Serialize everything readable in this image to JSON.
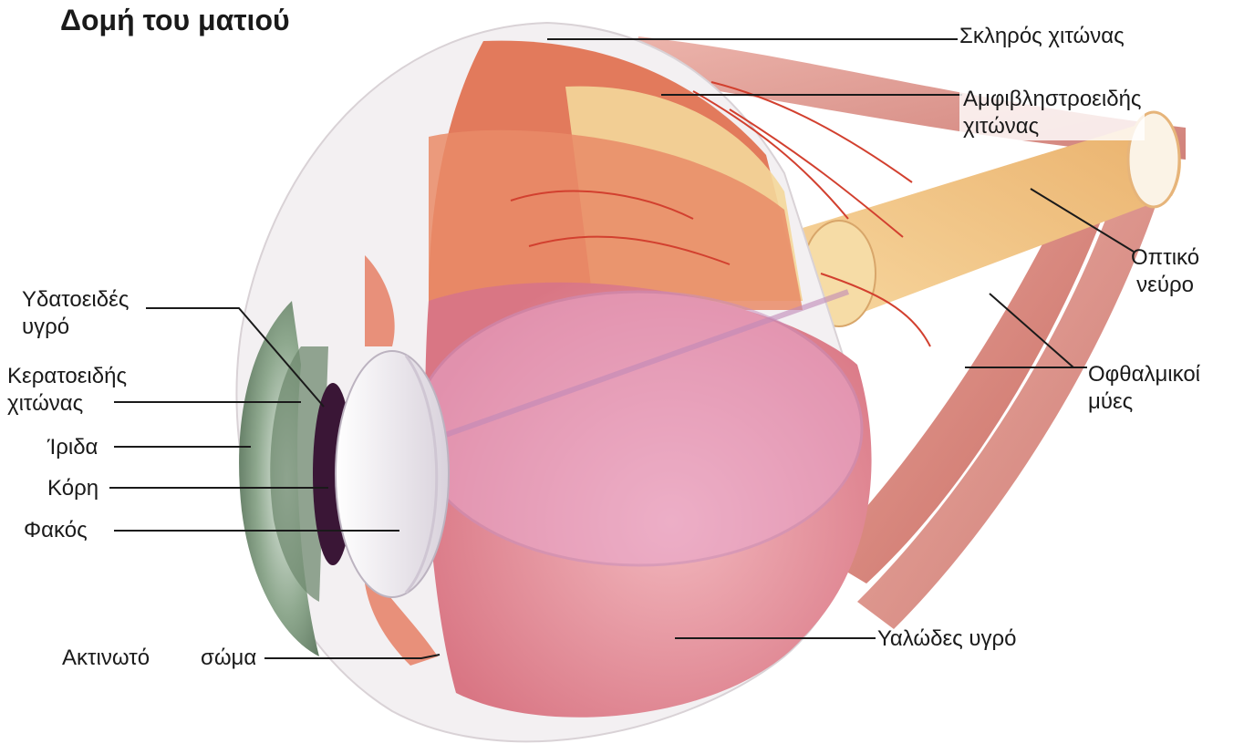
{
  "title": "Δομή του ματιού",
  "labels": {
    "sclera": "Σκληρός χιτώνας",
    "retina_line1": "Αμφιβληστροειδής",
    "retina_line2": "χιτώνας",
    "optic_nerve_line1": "Οπτικό",
    "optic_nerve_line2": "νεύρο",
    "muscles_line1": "Οφθαλμικοί",
    "muscles_line2": "μύες",
    "aqueous_line1": "Υδατοειδές",
    "aqueous_line2": "υγρό",
    "cornea_line1": "Κερατοειδής",
    "cornea_line2": "χιτώνας",
    "iris": "Ίριδα",
    "pupil": "Κόρη",
    "lens": "Φακός",
    "ciliary_word1": "Ακτινωτό",
    "ciliary_word2": "σώμα",
    "vitreous": "Υαλώδες υγρό"
  },
  "colors": {
    "sclera": "#f3f0f2",
    "choroid": "#e27a5c",
    "retina": "#f4d79a",
    "vitreous": "#e8909a",
    "lens": "#f1ecf2",
    "iris": "#6f8a6f",
    "pupil": "#3a1636",
    "muscle": "#d98e84",
    "optic_nerve": "#f4c98a",
    "vessel": "#d2402f",
    "leader_line": "#1a1a1a"
  }
}
